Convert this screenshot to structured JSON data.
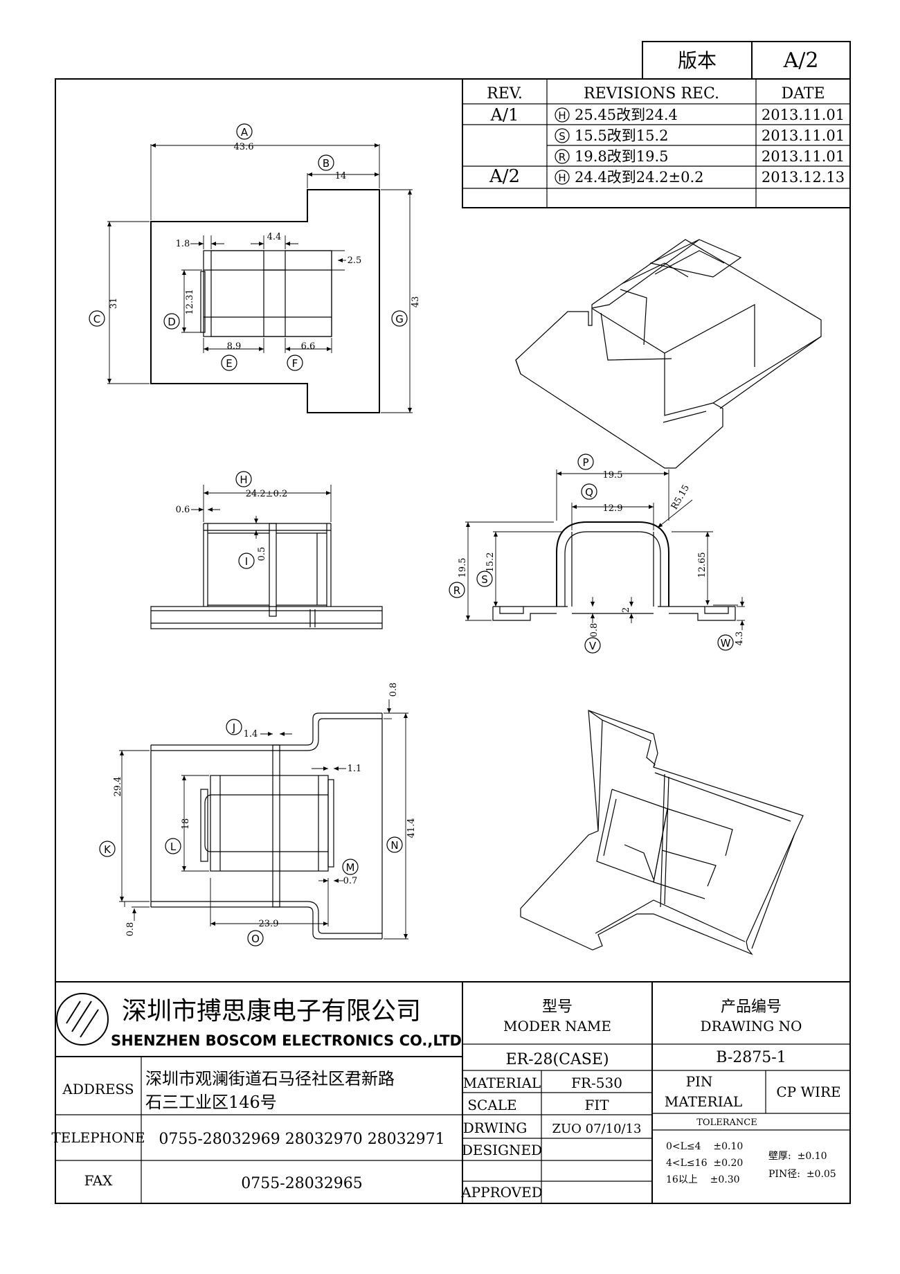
{
  "version_box": {
    "label": "版本",
    "value": "A/2"
  },
  "revisions": {
    "headers": {
      "rev": "REV.",
      "rec": "REVISIONS REC.",
      "date": "DATE"
    },
    "rows": [
      {
        "rev": "A/1",
        "mark": "H",
        "text": "25.45改到24.4",
        "date": "2013.11.01"
      },
      {
        "rev": "",
        "mark": "S",
        "text": "15.5改到15.2",
        "date": "2013.11.01"
      },
      {
        "rev": "",
        "mark": "R",
        "text": "19.8改到19.5",
        "date": "2013.11.01"
      },
      {
        "rev": "A/2",
        "mark": "H",
        "text": "24.4改到24.2±0.2",
        "date": "2013.12.13"
      }
    ]
  },
  "top_view": {
    "dims": {
      "A": "43.6",
      "B": "14",
      "C": "31",
      "D": "12.31",
      "E": "8.9",
      "F": "6.6",
      "G": "43",
      "w1": "1.8",
      "w2": "4.4",
      "w3": "2.5"
    },
    "labels": {
      "A": "A",
      "B": "B",
      "C": "C",
      "D": "D",
      "E": "E",
      "F": "F",
      "G": "G"
    }
  },
  "front_view": {
    "dims": {
      "H": "24.2±0.2",
      "t": "0.6",
      "I": "0.5"
    },
    "labels": {
      "H": "H",
      "I": "I"
    }
  },
  "side_view": {
    "dims": {
      "P": "19.5",
      "Q": "12.9",
      "R": "19.5",
      "S": "15.2",
      "rad": "R5.15",
      "h": "12.65",
      "g": "2",
      "V": "0.8",
      "W": "4.3"
    },
    "labels": {
      "P": "P",
      "Q": "Q",
      "R": "R",
      "S": "S",
      "V": "V",
      "W": "W"
    }
  },
  "bottom_view": {
    "dims": {
      "J": "1.4",
      "K": "29.4",
      "L": "18",
      "M": "0.7",
      "N": "41.4",
      "O": "23.9",
      "top": "0.8",
      "bot": "0.8",
      "m1": "1.1"
    },
    "labels": {
      "J": "J",
      "K": "K",
      "L": "L",
      "M": "M",
      "N": "N",
      "O": "O"
    }
  },
  "title_block": {
    "company_cn": "深圳市搏思康电子有限公司",
    "company_en": "SHENZHEN BOSCOM ELECTRONICS CO.,LTD",
    "model_label_cn": "型号",
    "model_label_en": "MODER NAME",
    "drawing_label_cn": "产品编号",
    "drawing_label_en": "DRAWING NO",
    "model_value": "ER-28(CASE)",
    "drawing_value": "B-2875-1",
    "address_label": "ADDRESS",
    "address_line1": "深圳市观澜街道石马径社区君新路",
    "address_line2": "石三工业区146号",
    "telephone_label": "TELEPHONE",
    "telephone_value": "0755-28032969 28032970 28032971",
    "fax_label": "FAX",
    "fax_value": "0755-28032965",
    "material_label": "MATERIAL",
    "material_value": "FR-530",
    "scale_label": "SCALE",
    "scale_value": "FIT",
    "drawing_row_label": "DRWING",
    "drawing_row_value": "ZUO 07/10/13",
    "designed_label": "DESIGNED",
    "approved_label": "APPROVED",
    "pin_material_l1": "PIN",
    "pin_material_l2": "MATERIAL",
    "pin_material_value": "CP WIRE",
    "tolerance_label": "TOLERANCE",
    "tol_row1": "0<L≤4    ±0.10",
    "tol_row2": "4<L≤16  ±0.20",
    "tol_row3": "16以上    ±0.30",
    "wall_label": "壁厚:  ±0.10",
    "pin_label": "PIN径:  ±0.05"
  }
}
